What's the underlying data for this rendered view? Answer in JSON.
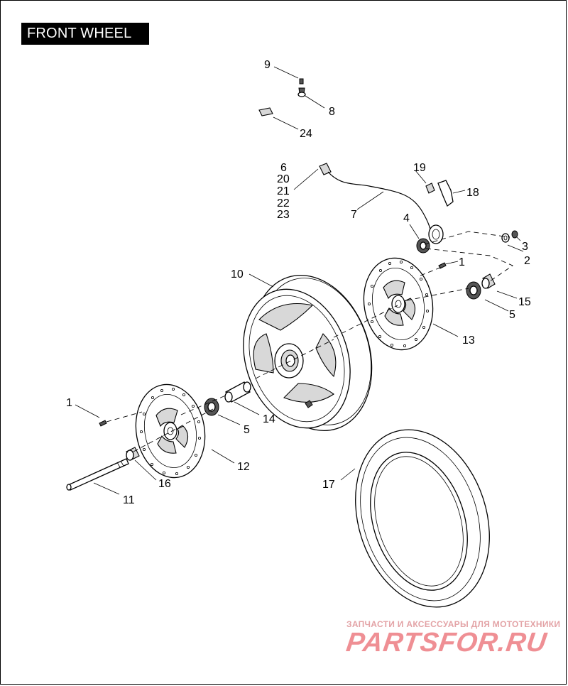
{
  "title": "FRONT WHEEL",
  "callouts": {
    "c1a": "1",
    "c1b": "1",
    "c2": "2",
    "c3": "3",
    "c4": "4",
    "c5a": "5",
    "c5b": "5",
    "c6": "6",
    "c20": "20",
    "c21": "21",
    "c22": "22",
    "c23": "23",
    "c7": "7",
    "c8": "8",
    "c9": "9",
    "c10": "10",
    "c11": "11",
    "c12": "12",
    "c13": "13",
    "c14": "14",
    "c15": "15",
    "c16": "16",
    "c17": "17",
    "c18": "18",
    "c19": "19",
    "c24": "24"
  },
  "watermark": {
    "tagline": "ЗАПЧАСТИ И АКСЕССУАРЫ ДЛЯ МОТОТЕХНИКИ",
    "logo": "PARTSFOR.RU"
  }
}
